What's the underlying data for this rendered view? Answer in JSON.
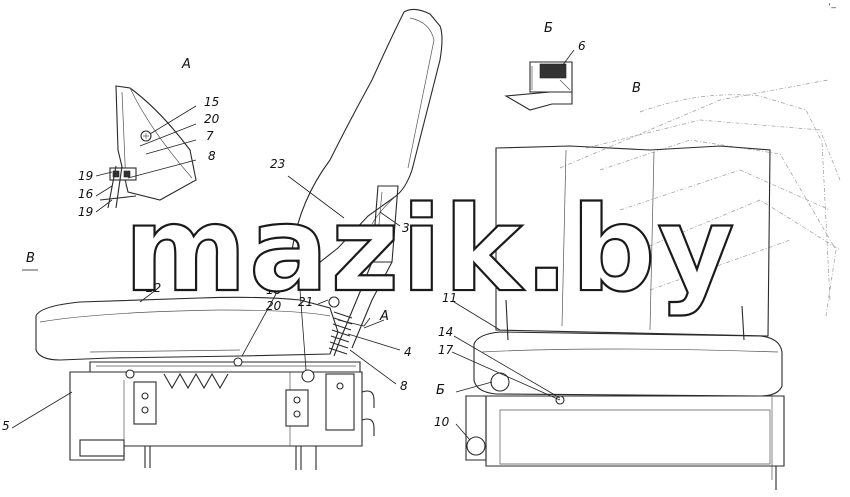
{
  "watermark": "mazik.by",
  "corner_mark": "ʼ‒",
  "view_labels": {
    "a_top": "А",
    "b_top": "Б",
    "v_left": "В",
    "v_right": "В",
    "a_arrow": "А",
    "b_bottom": "Б"
  },
  "callouts": {
    "c15": "15",
    "c20a": "20",
    "c7": "7",
    "c8a": "8",
    "c19a": "19",
    "c16": "16",
    "c19b": "19",
    "c23": "23",
    "c3": "3",
    "c22": "22",
    "c18": "18",
    "c9": "9",
    "c20b": "20",
    "c21": "21",
    "c4": "4",
    "c8b": "8",
    "c5": "5",
    "c6": "6",
    "c11": "11",
    "c14": "14",
    "c17": "17",
    "c10": "10"
  }
}
